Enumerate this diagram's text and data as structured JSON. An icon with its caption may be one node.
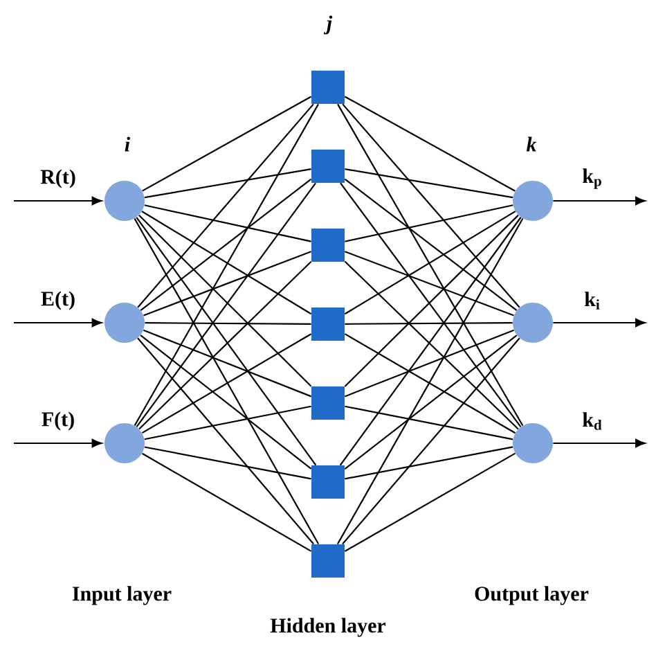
{
  "diagram": {
    "nodes": [
      {
        "text": [],
        "shape": "circle"
      },
      {
        "text": [],
        "shape": "circle"
      },
      {
        "text": [],
        "shape": "circle"
      },
      {
        "text": [],
        "shape": "box"
      },
      {
        "text": [],
        "shape": "box"
      },
      {
        "text": [],
        "shape": "box"
      },
      {
        "text": [],
        "shape": "box"
      },
      {
        "text": [],
        "shape": "box"
      },
      {
        "text": [],
        "shape": "box"
      },
      {
        "text": [],
        "shape": "box"
      },
      {
        "text": [],
        "shape": "circle"
      },
      {
        "text": [],
        "shape": "circle"
      },
      {
        "text": [],
        "shape": "circle"
      }
    ],
    "edges": [
      {
        "from": null,
        "to": 0,
        "arrow": "to",
        "label": "R(t)"
      },
      {
        "from": null,
        "to": 1,
        "arrow": "to",
        "label": "E(t)"
      },
      {
        "from": null,
        "to": 2,
        "arrow": "to",
        "label": "F(t)"
      },
      {
        "from": 0,
        "to": 3,
        "arrow": "none"
      },
      {
        "from": 0,
        "to": 4,
        "arrow": "none"
      },
      {
        "from": 0,
        "to": 5,
        "arrow": "none"
      },
      {
        "from": 0,
        "to": 6,
        "arrow": "none"
      },
      {
        "from": 0,
        "to": 7,
        "arrow": "none"
      },
      {
        "from": 0,
        "to": 8,
        "arrow": "none"
      },
      {
        "from": 0,
        "to": 9,
        "arrow": "none"
      },
      {
        "from": 1,
        "to": 3,
        "arrow": "none"
      },
      {
        "from": 1,
        "to": 4,
        "arrow": "none"
      },
      {
        "from": 1,
        "to": 5,
        "arrow": "none"
      },
      {
        "from": 1,
        "to": 6,
        "arrow": "none"
      },
      {
        "from": 1,
        "to": 7,
        "arrow": "none"
      },
      {
        "from": 1,
        "to": 8,
        "arrow": "none"
      },
      {
        "from": 1,
        "to": 9,
        "arrow": "none"
      },
      {
        "from": 2,
        "to": 3,
        "arrow": "none"
      },
      {
        "from": 2,
        "to": 4,
        "arrow": "none"
      },
      {
        "from": 2,
        "to": 5,
        "arrow": "none"
      },
      {
        "from": 2,
        "to": 6,
        "arrow": "none"
      },
      {
        "from": 2,
        "to": 7,
        "arrow": "none"
      },
      {
        "from": 2,
        "to": 8,
        "arrow": "none"
      },
      {
        "from": 2,
        "to": 9,
        "arrow": "none"
      },
      {
        "from": 3,
        "to": 10,
        "arrow": "none"
      },
      {
        "from": 3,
        "to": 11,
        "arrow": "none"
      },
      {
        "from": 3,
        "to": 12,
        "arrow": "none"
      },
      {
        "from": 4,
        "to": 10,
        "arrow": "none"
      },
      {
        "from": 4,
        "to": 11,
        "arrow": "none"
      },
      {
        "from": 4,
        "to": 12,
        "arrow": "none"
      },
      {
        "from": 5,
        "to": 10,
        "arrow": "none"
      },
      {
        "from": 5,
        "to": 11,
        "arrow": "none"
      },
      {
        "from": 5,
        "to": 12,
        "arrow": "none"
      },
      {
        "from": 6,
        "to": 10,
        "arrow": "none"
      },
      {
        "from": 6,
        "to": 11,
        "arrow": "none"
      },
      {
        "from": 6,
        "to": 12,
        "arrow": "none"
      },
      {
        "from": 7,
        "to": 10,
        "arrow": "none"
      },
      {
        "from": 7,
        "to": 11,
        "arrow": "none"
      },
      {
        "from": 7,
        "to": 12,
        "arrow": "none"
      },
      {
        "from": 8,
        "to": 10,
        "arrow": "none"
      },
      {
        "from": 8,
        "to": 11,
        "arrow": "none"
      },
      {
        "from": 8,
        "to": 12,
        "arrow": "none"
      },
      {
        "from": 9,
        "to": 10,
        "arrow": "none"
      },
      {
        "from": 9,
        "to": 11,
        "arrow": "none"
      },
      {
        "from": 9,
        "to": 12,
        "arrow": "none"
      },
      {
        "from": 10,
        "to": null,
        "arrow": "to",
        "label": "k$_{p}$"
      },
      {
        "from": 11,
        "to": null,
        "arrow": "to",
        "label": "k$_{i}$"
      },
      {
        "from": 12,
        "to": null,
        "arrow": "to",
        "label": "k$_{d}$"
      }
    ],
    "labels": [
      "j",
      "i",
      "k",
      "Input layer",
      "Hidden layer",
      "Output layer"
    ]
  }
}
